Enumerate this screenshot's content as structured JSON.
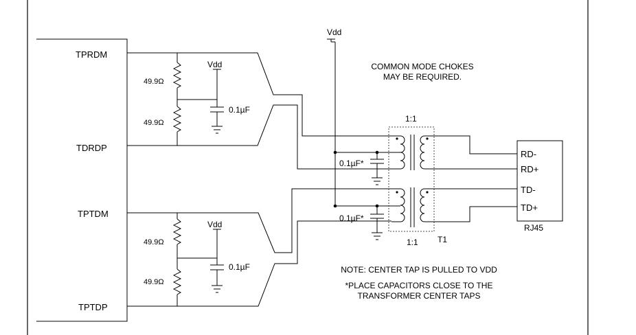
{
  "pins": {
    "tprdm": "TPRDM",
    "tdrdp": "TDRDP",
    "tptdm": "TPTDM",
    "tptdp": "TPTDP"
  },
  "vdd_label": "Vdd",
  "resistor_value": "49.9Ω",
  "cap_value": "0.1µF",
  "cap_value_star": "0.1µF*",
  "transformer": {
    "ratio_top": "1:1",
    "ratio_bottom": "1:1",
    "ref": "T1"
  },
  "rj45": {
    "label": "RJ45",
    "pins": [
      "RD-",
      "RD+",
      "TD-",
      "TD+"
    ]
  },
  "notes": {
    "chokes_line1": "COMMON MODE CHOKES",
    "chokes_line2": "MAY BE REQUIRED.",
    "center_tap": "NOTE: CENTER TAP IS PULLED TO VDD",
    "place_line1": "*PLACE CAPACITORS CLOSE TO THE",
    "place_line2": "TRANSFORMER CENTER TAPS"
  }
}
